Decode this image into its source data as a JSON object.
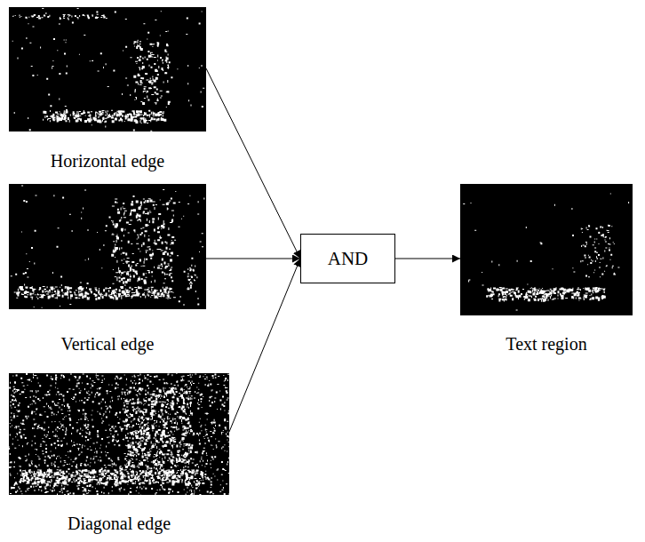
{
  "diagram": {
    "nodes": [
      {
        "text": [
          "Horizontal edge"
        ]
      },
      {
        "text": [
          "Vertical edge"
        ]
      },
      {
        "text": [
          "Diagonal edge"
        ]
      },
      {
        "text": [
          "AND"
        ]
      },
      {
        "text": [
          "Text region"
        ]
      }
    ],
    "edges": [
      {
        "from": 0,
        "to": 3,
        "arrow": "to"
      },
      {
        "from": 1,
        "to": 3,
        "arrow": "to"
      },
      {
        "from": 2,
        "to": 3,
        "arrow": "to"
      },
      {
        "from": 3,
        "to": 4,
        "arrow": "to"
      }
    ]
  }
}
